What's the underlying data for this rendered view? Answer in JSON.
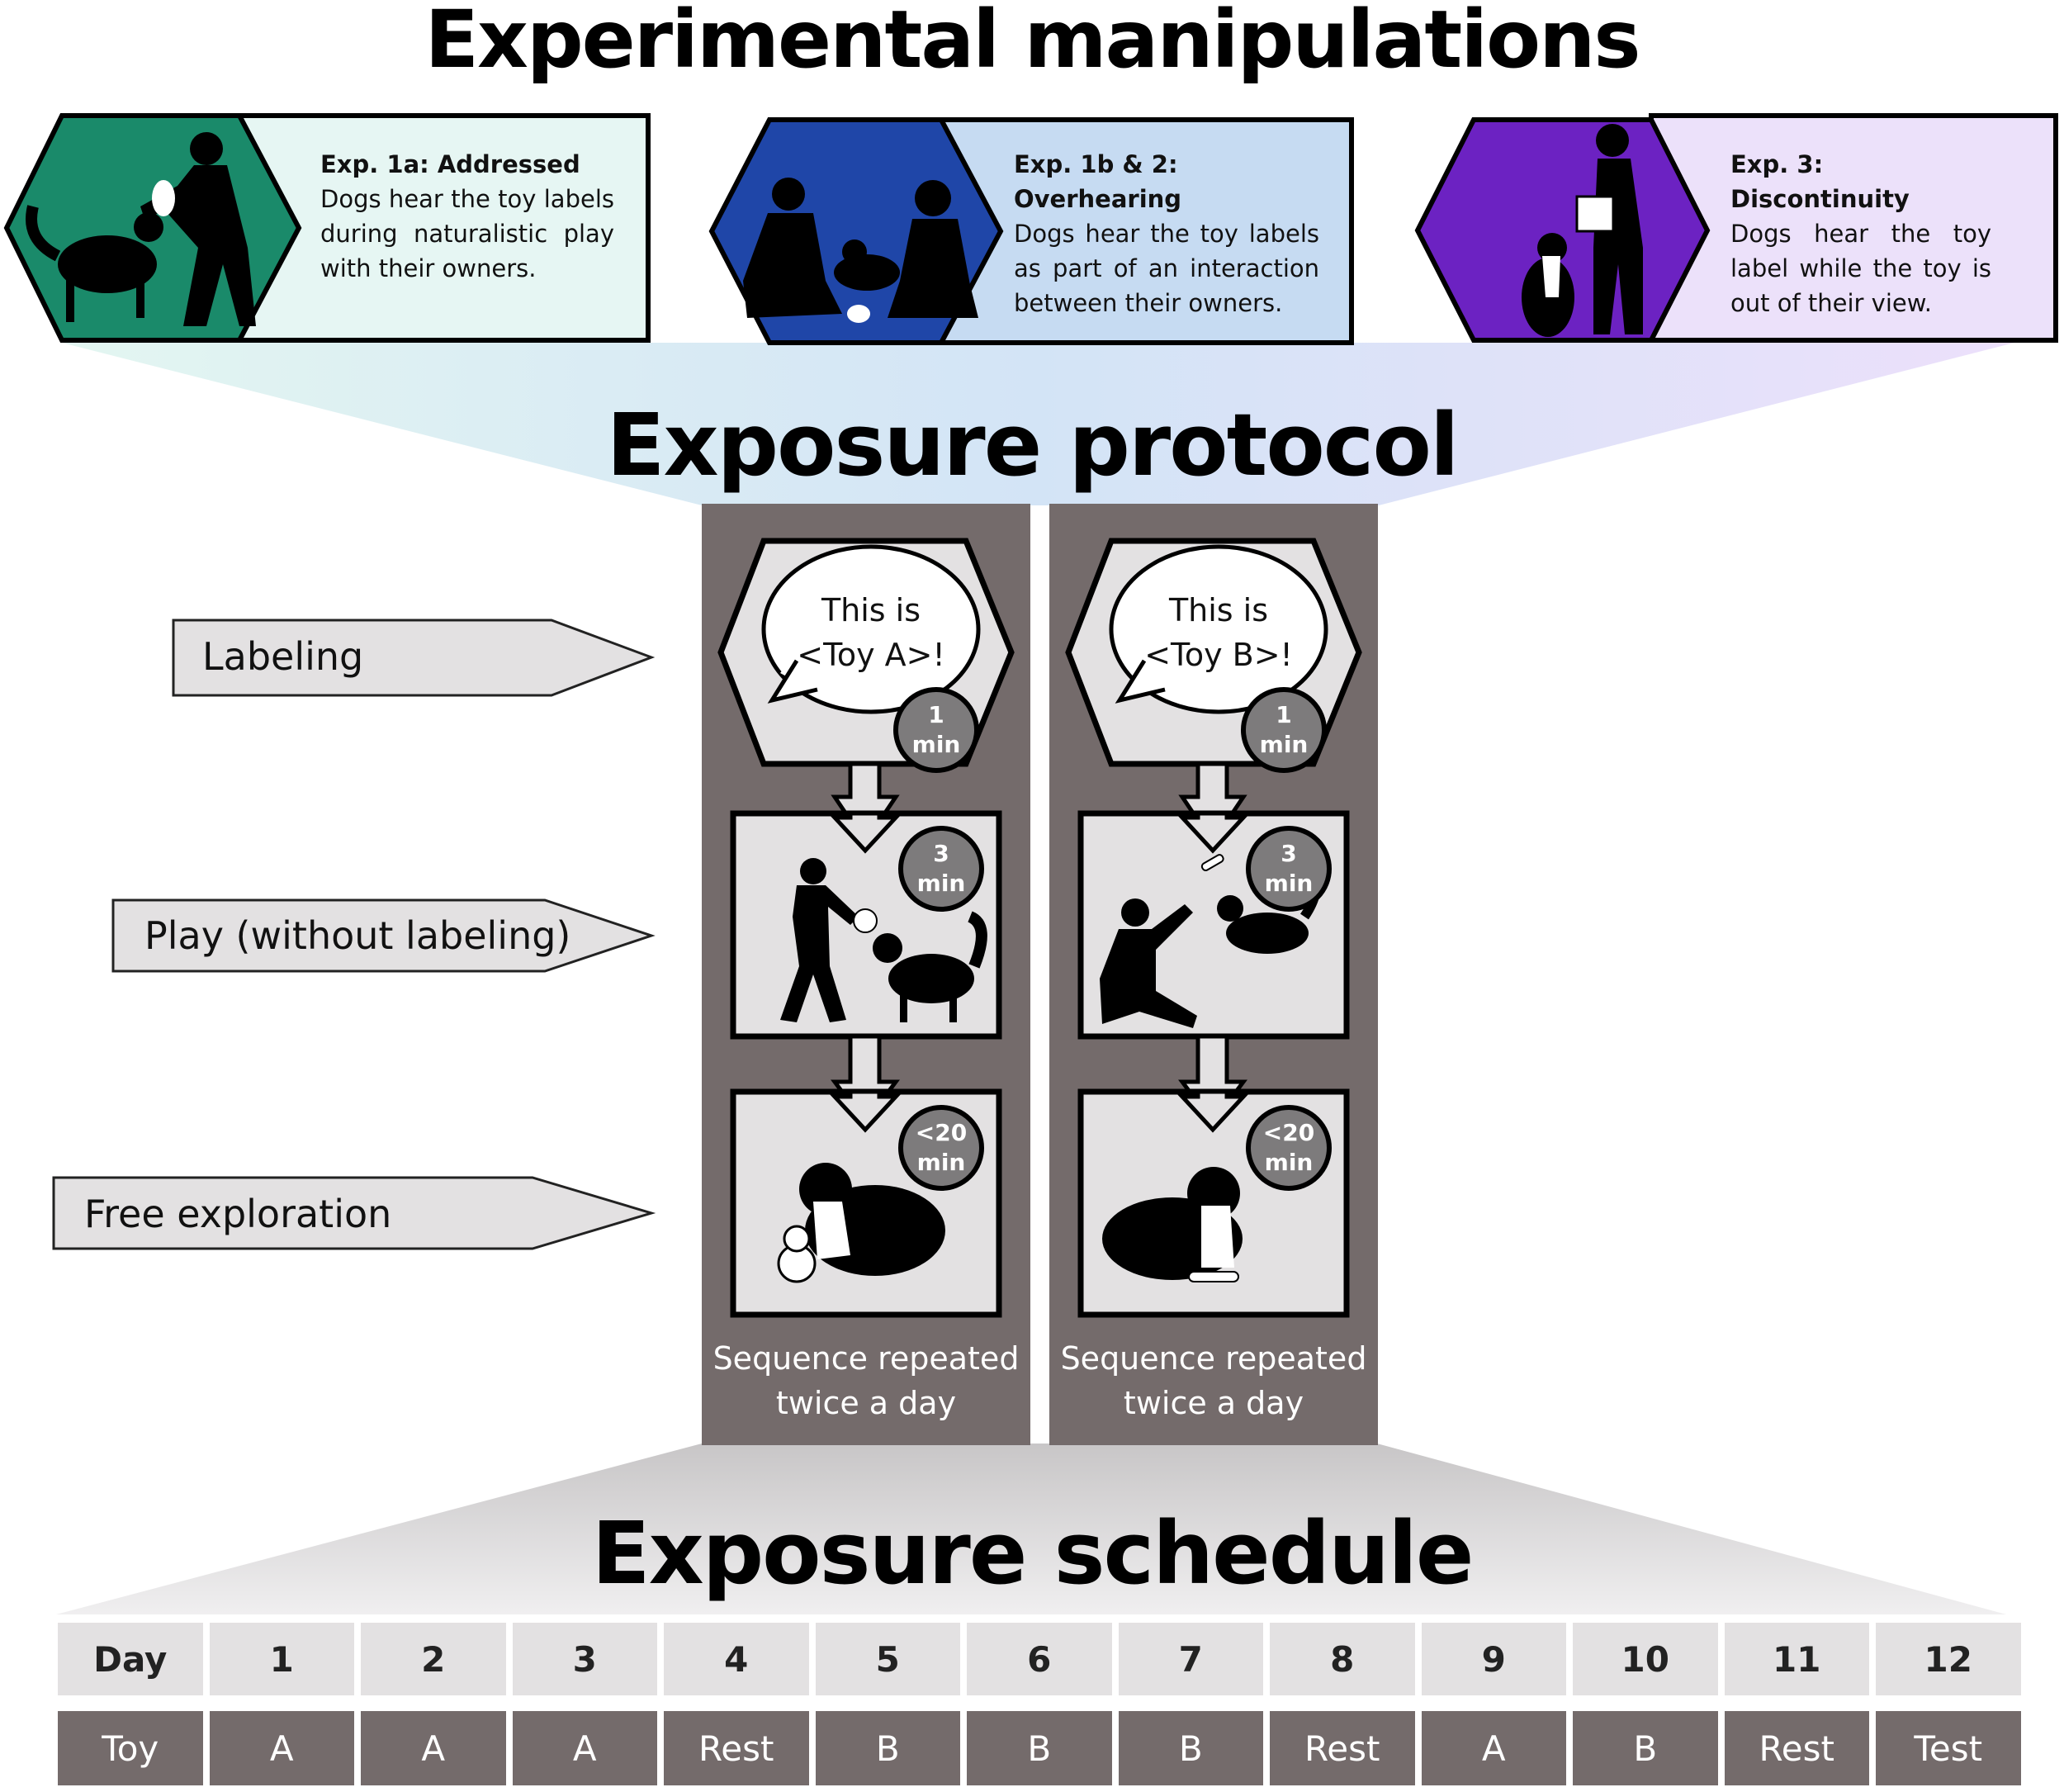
{
  "titles": {
    "manipulations": "Experimental manipulations",
    "protocol": "Exposure protocol",
    "schedule": "Exposure schedule"
  },
  "colors": {
    "exp1a_dark": "#1a8a6a",
    "exp1a_light": "#e6f6f3",
    "exp1b_dark": "#1f46a8",
    "exp1b_light": "#c6dbf2",
    "exp3_dark": "#6c22c2",
    "exp3_light": "#ece1fa",
    "column_gray": "#746b6b",
    "panel_light": "#e3e1e2",
    "badge_gray": "#7d7b7c"
  },
  "experiments": [
    {
      "heading": "Exp. 1a: Addressed",
      "description": "Dogs hear the toy labels during naturalistic play with their owners.",
      "illustration": "owner-playing-tug-with-dog-icon"
    },
    {
      "heading": "Exp. 1b & 2: Overhearing",
      "description": "Dogs hear the toy labels as part of an interaction between their owners.",
      "illustration": "two-owners-talking-with-dog-icon"
    },
    {
      "heading": "Exp. 3: Discontinuity",
      "description": "Dogs hear the toy label while the toy is out of their view.",
      "illustration": "owner-holding-bucket-with-dog-icon"
    }
  ],
  "protocol": {
    "phases": [
      "Labeling",
      "Play (without labeling)",
      "Free exploration"
    ],
    "columns": [
      {
        "speech_line1": "This is",
        "speech_line2": "<Toy A>!",
        "labeling_badge": {
          "value": "1",
          "unit": "min"
        },
        "play_badge": {
          "value": "3",
          "unit": "min"
        },
        "explore_badge": {
          "value": "<20",
          "unit": "min"
        },
        "footer_line1": "Sequence repeated",
        "footer_line2": "twice a day"
      },
      {
        "speech_line1": "This is",
        "speech_line2": "<Toy B>!",
        "labeling_badge": {
          "value": "1",
          "unit": "min"
        },
        "play_badge": {
          "value": "3",
          "unit": "min"
        },
        "explore_badge": {
          "value": "<20",
          "unit": "min"
        },
        "footer_line1": "Sequence repeated",
        "footer_line2": "twice a day"
      }
    ]
  },
  "schedule": {
    "row_headers": [
      "Day",
      "Toy"
    ],
    "days": [
      "1",
      "2",
      "3",
      "4",
      "5",
      "6",
      "7",
      "8",
      "9",
      "10",
      "11",
      "12"
    ],
    "toys": [
      "A",
      "A",
      "A",
      "Rest",
      "B",
      "B",
      "B",
      "Rest",
      "A",
      "B",
      "Rest",
      "Test"
    ]
  }
}
